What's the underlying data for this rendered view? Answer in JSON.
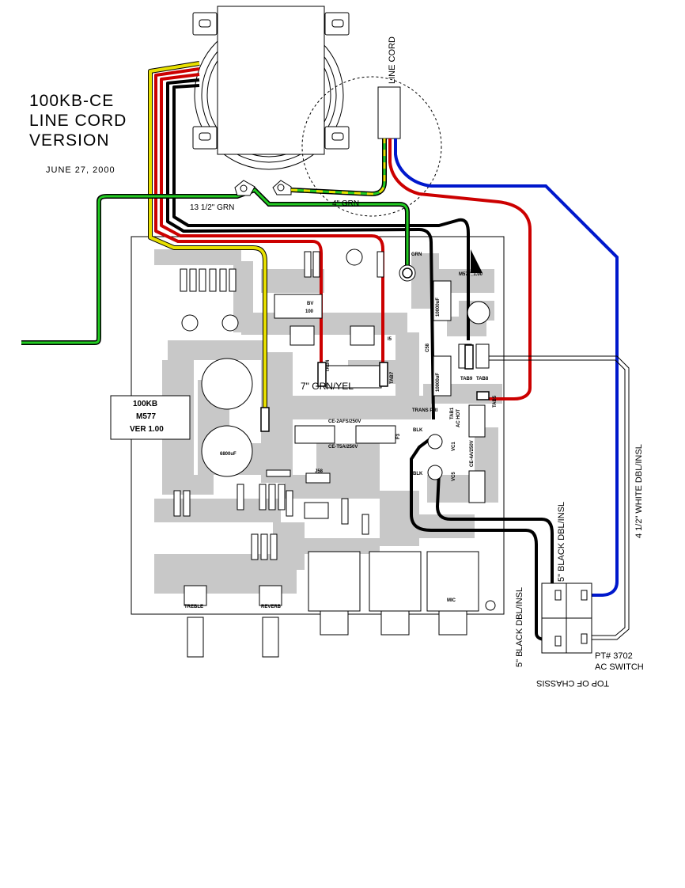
{
  "header": {
    "title_lines": [
      "100KB-CE",
      "LINE CORD",
      "VERSION"
    ],
    "date": "JUNE 27, 2000"
  },
  "labels": {
    "line_cord": "LINE CORD",
    "grn_13": "13 1/2\" GRN",
    "grn_4": "4\" GRN",
    "grn_yel_7": "7\" GRN/YEL",
    "black_dbl_5a": "5\" BLACK DBL/INSL",
    "black_dbl_5b": "5\" BLACK DBL/INSL",
    "white_dbl": "4 1/2\" WHITE DBL/INSL",
    "part_no": "PT# 3702",
    "ac_switch": "AC SWITCH",
    "top_chassis": "TOP OF CHASSIS"
  },
  "board_tag": {
    "line1": "100KB",
    "line2": "M577",
    "line3": "VER 1.00"
  },
  "board_text": {
    "m577": "M577_1.00",
    "tab9": "TAB9",
    "tab8": "TAB8",
    "tab7": "TAB7",
    "tab4": "TAB4",
    "tab5": "TAB5",
    "tab1": "TAB1",
    "c58": "C58",
    "ac_hot": "AC HOT",
    "trans_pri": "TRANS PRI",
    "blk1": "BLK",
    "blk2": "BLK",
    "vc1": "VC1",
    "vc5": "VC5",
    "f3": "F3",
    "grn_pad": "GRN",
    "treble": "TREBLE",
    "reverb": "REVERB",
    "mic": "MIC",
    "fuse1": "CE-2AFS/250V",
    "fuse2": "CE-T5A/250V",
    "fuse3": "CE-4A/250V",
    "cap1": "10000uF",
    "cap2": "10000uF",
    "cap3": "6800uF",
    "bt1": "BV",
    "bt2": "100",
    "j58": "J58",
    "r15": "I5"
  },
  "wire_colors": {
    "red": "#cc0000",
    "black": "#000000",
    "yellow": "#e8e000",
    "green": "#22cc22",
    "blue": "#0018cc",
    "board_gray": "#c8c8c8"
  }
}
